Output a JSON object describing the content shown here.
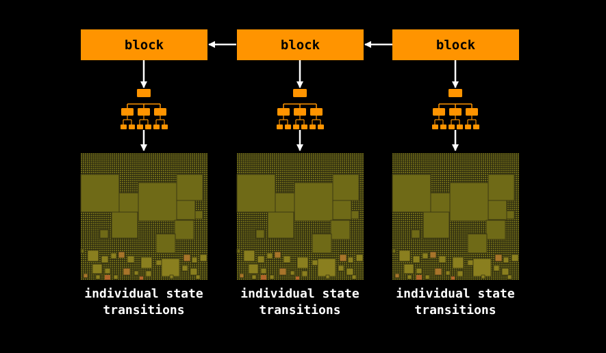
{
  "colors": {
    "background": "#000000",
    "block": "#ff9400",
    "arrow": "#ffffff",
    "treemap_base": "#6f6a17",
    "treemap_cell": "#8a7f1f",
    "treemap_accent": "#a8742a"
  },
  "icons": {
    "tree": "hierarchy-tree-icon",
    "state": "treemap-icon"
  },
  "columns": [
    {
      "block_label": "block",
      "caption_line1": "individual state",
      "caption_line2": "transitions"
    },
    {
      "block_label": "block",
      "caption_line1": "individual state",
      "caption_line2": "transitions"
    },
    {
      "block_label": "block",
      "caption_line1": "individual state",
      "caption_line2": "transitions"
    }
  ]
}
